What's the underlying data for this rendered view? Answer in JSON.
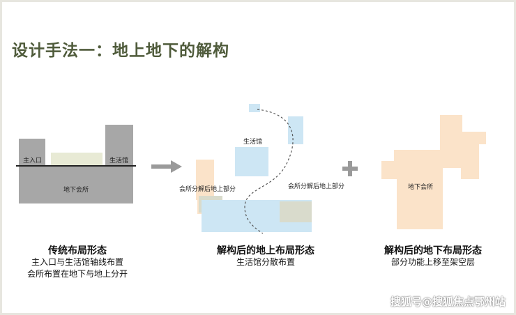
{
  "title": "设计手法一：地上地下的解构",
  "diagram1": {
    "label_entrance": "主入口",
    "label_hall": "生活馆",
    "label_basement": "地下会所"
  },
  "diagram2": {
    "label_hall": "生活馆",
    "label_club_left": "会所分解后地上部分",
    "label_club_right": "会所分解后地上部分"
  },
  "diagram3": {
    "label_basement": "地下会所"
  },
  "captions": [
    {
      "title": "传统布局形态",
      "lines": [
        "主入口与生活馆轴线布置",
        "会所布置在地下与地上分开"
      ]
    },
    {
      "title": "解构后的地上布局形态",
      "lines": [
        "生活馆分散布置"
      ]
    },
    {
      "title": "解构后的地下布局形态",
      "lines": [
        "部分功能上移至架空层"
      ]
    }
  ],
  "watermark": "搜狐号@搜狐焦点鄂州站",
  "colors": {
    "title": "#4f5b3b",
    "gray_block": "#a7a7a7",
    "light_block": "#e8ead5",
    "blue_block": "#cde6f4",
    "peach_block": "#fbe3c9",
    "arrow": "#9a9a9a"
  },
  "icons": [
    "arrow-right-icon",
    "plus-icon"
  ]
}
